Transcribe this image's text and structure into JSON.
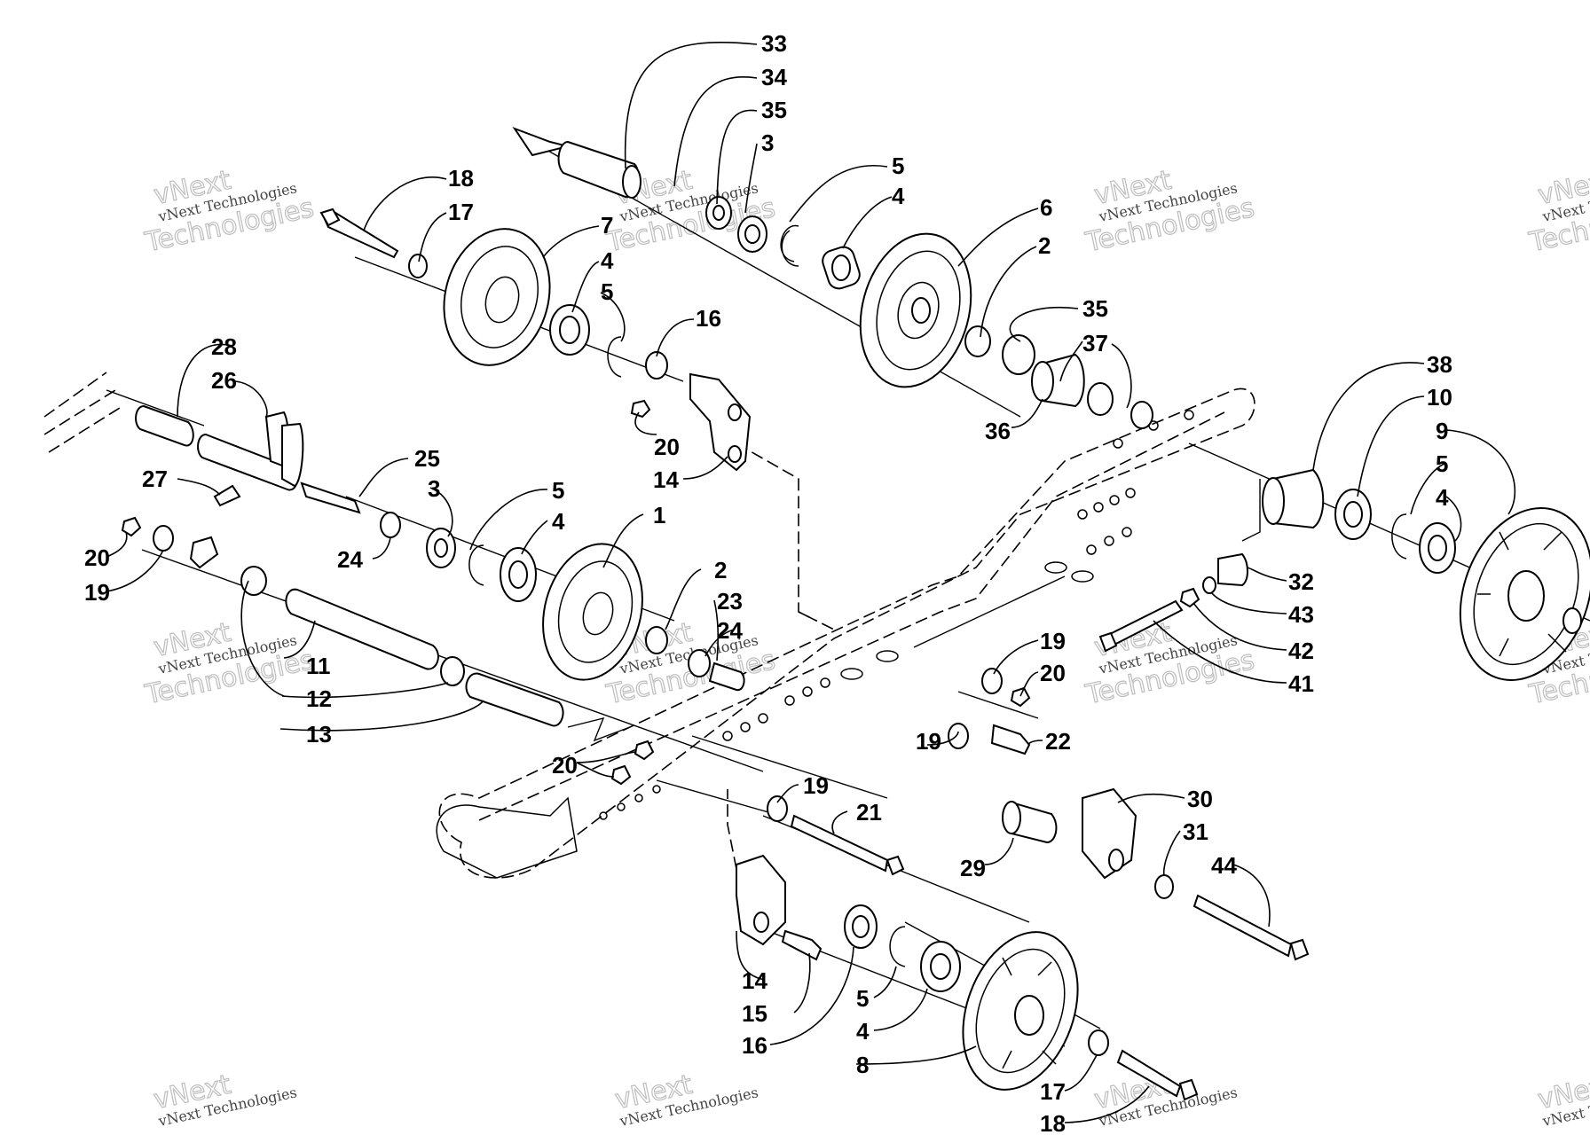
{
  "diagram": {
    "callouts": [
      "33",
      "34",
      "35",
      "3",
      "5",
      "4",
      "6",
      "2",
      "18",
      "17",
      "7",
      "4",
      "5",
      "16",
      "35",
      "37",
      "38",
      "10",
      "9",
      "5",
      "4",
      "28",
      "26",
      "20",
      "14",
      "36",
      "27",
      "25",
      "3",
      "5",
      "4",
      "1",
      "20",
      "19",
      "24",
      "2",
      "23",
      "24",
      "32",
      "43",
      "42",
      "41",
      "19",
      "20",
      "11",
      "12",
      "13",
      "19",
      "22",
      "20",
      "19",
      "21",
      "30",
      "31",
      "44",
      "29",
      "14",
      "15",
      "16",
      "5",
      "4",
      "8",
      "17",
      "18"
    ],
    "watermark": {
      "line1": "vNext",
      "line2": "vNext Technologies",
      "line3": "Technologies"
    }
  }
}
